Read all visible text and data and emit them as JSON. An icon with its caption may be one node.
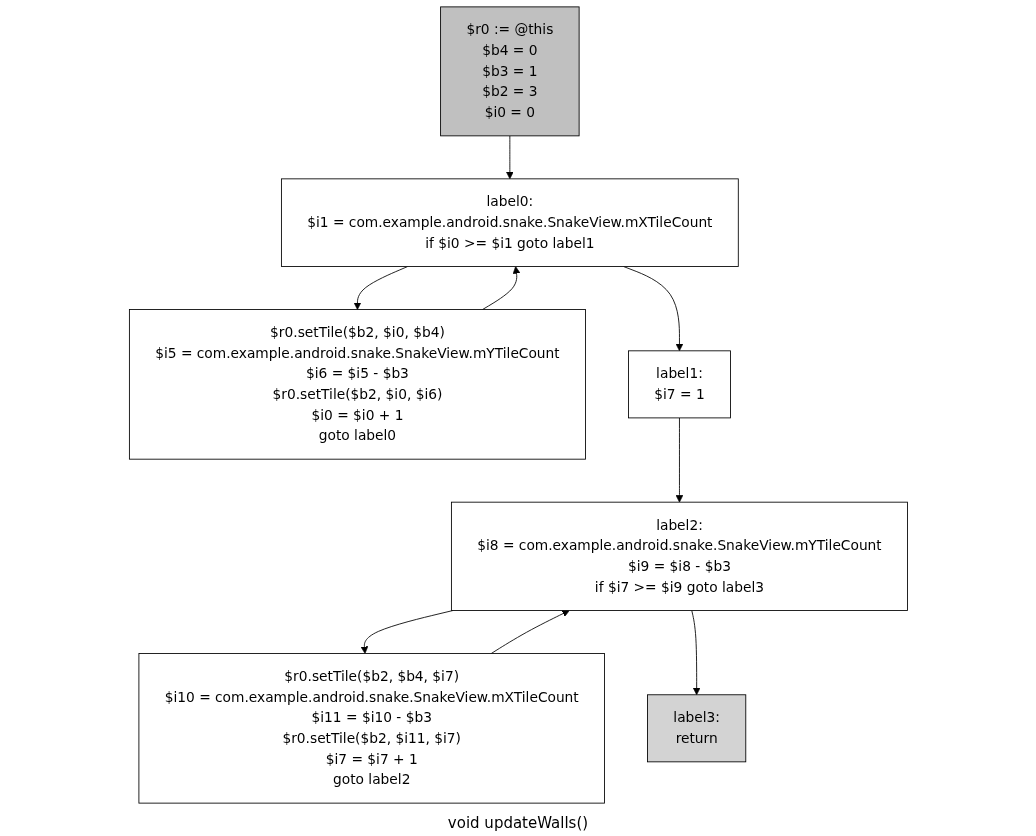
{
  "diagram": {
    "caption": "void updateWalls()",
    "nodes": [
      {
        "text": [
          "$r0 := @this",
          "$b4 = 0",
          "$b3 = 1",
          "$b2 = 3",
          "$i0 = 0"
        ]
      },
      {
        "text": [
          "label0:",
          "$i1 = com.example.android.snake.SnakeView.mXTileCount",
          "if $i0 >= $i1 goto label1"
        ]
      },
      {
        "text": [
          "$r0.setTile($b2, $i0, $b4)",
          "$i5 = com.example.android.snake.SnakeView.mYTileCount",
          "$i6 = $i5 - $b3",
          "$r0.setTile($b2, $i0, $i6)",
          "$i0 = $i0 + 1",
          "goto label0"
        ]
      },
      {
        "text": [
          "label1:",
          "$i7 = 1"
        ]
      },
      {
        "text": [
          "label2:",
          "$i8 = com.example.android.snake.SnakeView.mYTileCount",
          "$i9 = $i8 - $b3",
          "if $i7 >= $i9 goto label3"
        ]
      },
      {
        "text": [
          "$r0.setTile($b2, $b4, $i7)",
          "$i10 = com.example.android.snake.SnakeView.mXTileCount",
          "$i11 = $i10 - $b3",
          "$r0.setTile($b2, $i11, $i7)",
          "$i7 = $i7 + 1",
          "goto label2"
        ]
      },
      {
        "text": [
          "label3:",
          "return"
        ]
      }
    ],
    "edges": [
      {
        "from": 0,
        "to": 1,
        "arrow": "to"
      },
      {
        "from": 1,
        "to": 2,
        "arrow": "to"
      },
      {
        "from": 2,
        "to": 1,
        "arrow": "to"
      },
      {
        "from": 1,
        "to": 3,
        "arrow": "to"
      },
      {
        "from": 3,
        "to": 4,
        "arrow": "to"
      },
      {
        "from": 4,
        "to": 5,
        "arrow": "to"
      },
      {
        "from": 5,
        "to": 4,
        "arrow": "to"
      },
      {
        "from": 4,
        "to": 6,
        "arrow": "to"
      }
    ]
  }
}
